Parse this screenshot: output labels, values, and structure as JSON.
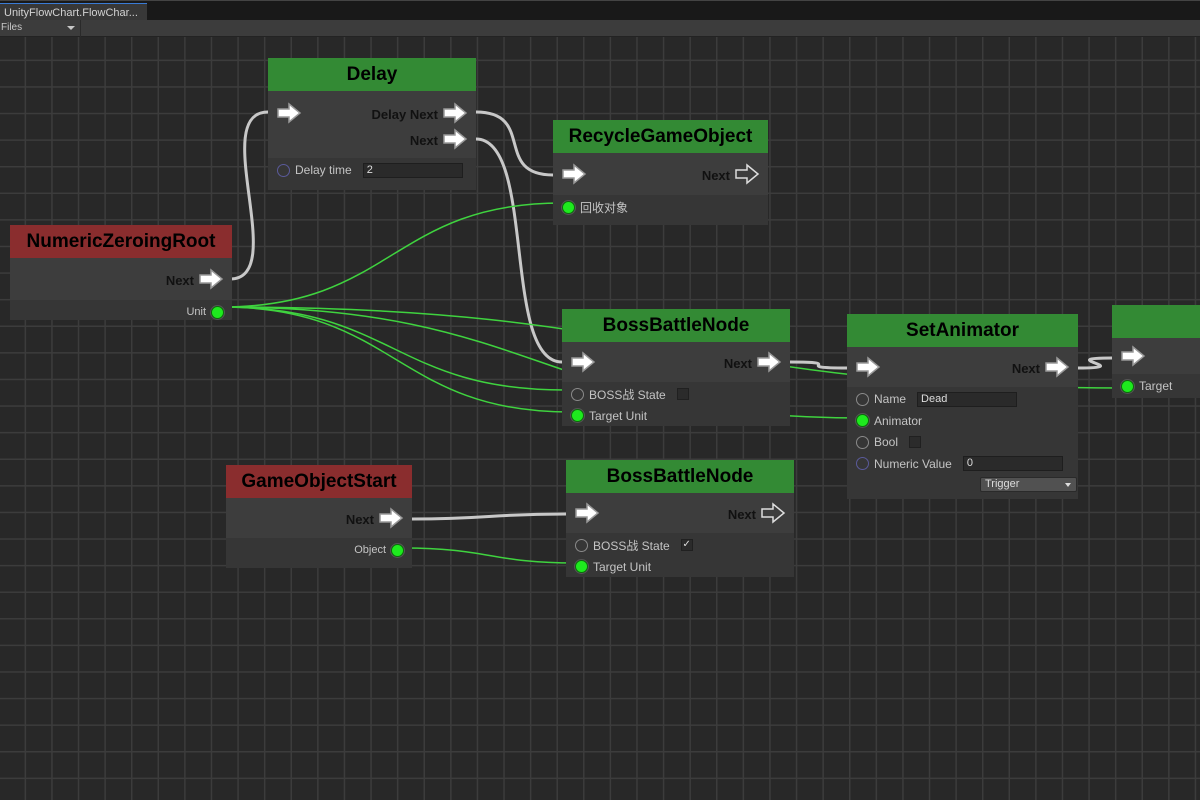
{
  "window": {
    "tab_title": "UnityFlowChart.FlowChar...",
    "toolbar_files": "Files"
  },
  "colors": {
    "flow_node_header": "#338a34",
    "root_node_header": "#8a2d2e",
    "connected_port": "#1eea1e",
    "flow_wire": "#c8c8c8",
    "data_wire": "#3fd33f"
  },
  "nodes": [
    {
      "id": "delay",
      "title": "Delay",
      "kind": "green",
      "outputs": [
        {
          "label": "Delay Next",
          "connected": true
        },
        {
          "label": "Next",
          "connected": true
        }
      ],
      "has_input": true,
      "fields": [
        {
          "label": "Delay time",
          "port": "blue",
          "input": "2"
        }
      ]
    },
    {
      "id": "recycle",
      "title": "RecycleGameObject",
      "kind": "green",
      "outputs": [
        {
          "label": "Next",
          "connected": false
        }
      ],
      "has_input": true,
      "fields": [
        {
          "label": "回收对象",
          "port": "on"
        }
      ]
    },
    {
      "id": "root",
      "title": "NumericZeroingRoot",
      "kind": "red",
      "outputs": [
        {
          "label": "Next",
          "connected": true
        }
      ],
      "has_input": false,
      "fields": [
        {
          "label": "Unit",
          "port": "on",
          "right": true
        }
      ]
    },
    {
      "id": "boss1",
      "title": "BossBattleNode",
      "kind": "green",
      "outputs": [
        {
          "label": "Next",
          "connected": true
        }
      ],
      "has_input": true,
      "fields": [
        {
          "label": "BOSS战 State",
          "port": "off",
          "checkbox": false
        },
        {
          "label": "Target Unit",
          "port": "on"
        }
      ]
    },
    {
      "id": "setanim",
      "title": "SetAnimator",
      "kind": "green",
      "outputs": [
        {
          "label": "Next",
          "connected": true
        }
      ],
      "has_input": true,
      "fields": [
        {
          "label": "Name",
          "port": "off",
          "input": "Dead"
        },
        {
          "label": "Animator",
          "port": "on"
        },
        {
          "label": "Bool",
          "port": "off",
          "checkbox": false
        },
        {
          "label": "Numeric Value",
          "port": "blue",
          "input": "0"
        }
      ],
      "dropdown": "Trigger"
    },
    {
      "id": "partial",
      "title": "",
      "kind": "green",
      "outputs": [],
      "has_input": true,
      "fields": [
        {
          "label": "Target",
          "port": "on"
        }
      ]
    },
    {
      "id": "gostart",
      "title": "GameObjectStart",
      "kind": "red",
      "outputs": [
        {
          "label": "Next",
          "connected": true
        }
      ],
      "has_input": false,
      "fields": [
        {
          "label": "Object",
          "port": "on",
          "right": true
        }
      ]
    },
    {
      "id": "boss2",
      "title": "BossBattleNode",
      "kind": "green",
      "outputs": [
        {
          "label": "Next",
          "connected": false
        }
      ],
      "has_input": true,
      "fields": [
        {
          "label": "BOSS战 State",
          "port": "off",
          "checkbox": true
        },
        {
          "label": "Target Unit",
          "port": "on"
        }
      ]
    }
  ]
}
